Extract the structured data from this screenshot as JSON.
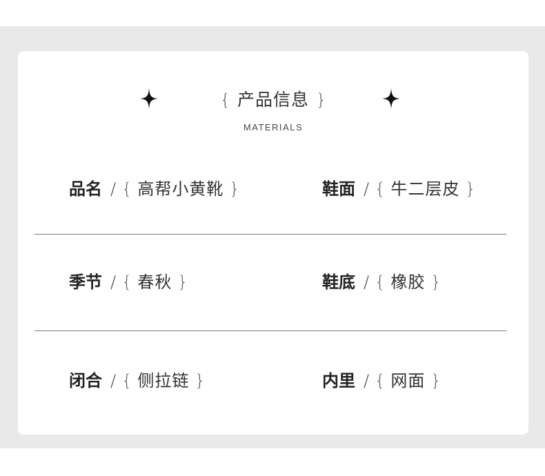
{
  "header": {
    "title": "产品信息",
    "subtitle": "MATERIALS",
    "brace_open": "{",
    "brace_close": "}",
    "sparkle_icon": "four-point-star"
  },
  "separator": "/",
  "attributes": [
    {
      "label": "品名",
      "value": "高帮小黄靴"
    },
    {
      "label": "鞋面",
      "value": "牛二层皮"
    },
    {
      "label": "季节",
      "value": "春秋"
    },
    {
      "label": "鞋底",
      "value": "橡胶"
    },
    {
      "label": "闭合",
      "value": "侧拉链"
    },
    {
      "label": "内里",
      "value": "网面"
    }
  ],
  "colors": {
    "background_band": "#e9e9e9",
    "card": "#ffffff",
    "text": "#333333",
    "divider": "#7a7a7a"
  }
}
